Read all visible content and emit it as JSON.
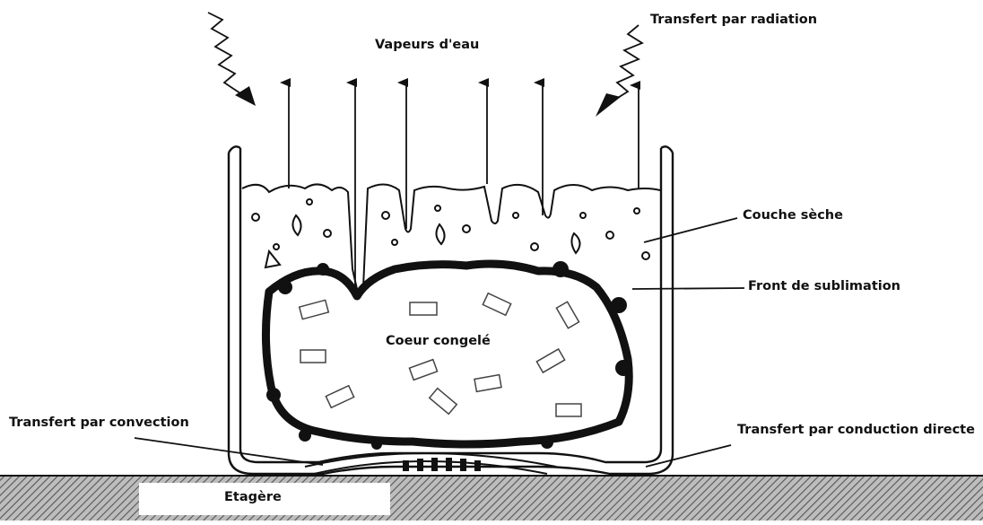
{
  "labels": {
    "water_vapor": "Vapeurs d'eau",
    "radiation": "Transfert par radiation",
    "dry_layer": "Couche sèche",
    "sublimation_front": "Front de sublimation",
    "frozen_core": "Coeur congelé",
    "convection": "Transfert par convection",
    "conduction": "Transfert par conduction directe",
    "shelf": "Etagère"
  },
  "colors": {
    "ink": "#111111",
    "shelf_hatch": "#6a6a6a",
    "background": "#ffffff"
  }
}
